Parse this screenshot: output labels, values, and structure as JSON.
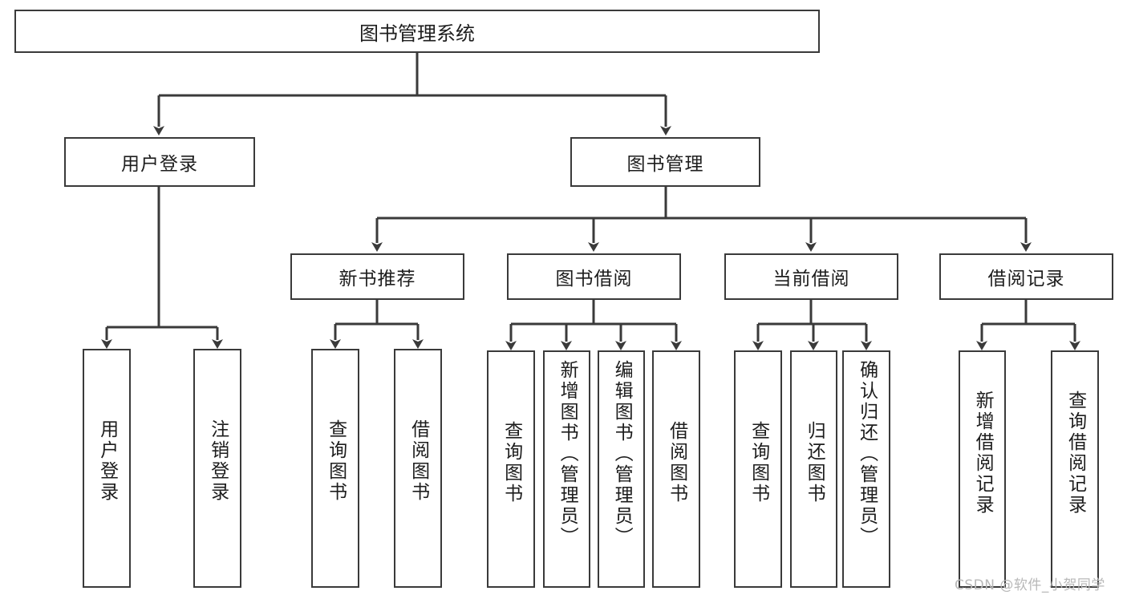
{
  "diagram": {
    "type": "tree-hierarchy-chart",
    "title": "图书管理系统",
    "root": {
      "id": "root",
      "label": "图书管理系统",
      "orientation": "horizontal"
    },
    "level2": [
      {
        "id": "user-login",
        "label": "用户登录",
        "orientation": "horizontal"
      },
      {
        "id": "book-management",
        "label": "图书管理",
        "orientation": "horizontal"
      }
    ],
    "level3": [
      {
        "id": "new-book-recommend",
        "label": "新书推荐",
        "parent": "book-management",
        "orientation": "horizontal"
      },
      {
        "id": "book-borrow",
        "label": "图书借阅",
        "parent": "book-management",
        "orientation": "horizontal"
      },
      {
        "id": "current-borrow",
        "label": "当前借阅",
        "parent": "book-management",
        "orientation": "horizontal"
      },
      {
        "id": "borrow-record",
        "label": "借阅记录",
        "parent": "book-management",
        "orientation": "horizontal"
      }
    ],
    "leaves": [
      {
        "id": "leaf-user-login",
        "label": "用户登录",
        "parent": "user-login",
        "orientation": "vertical"
      },
      {
        "id": "leaf-logout-login",
        "label": "注销登录",
        "parent": "user-login",
        "orientation": "vertical"
      },
      {
        "id": "leaf-query-book-1",
        "label": "查询图书",
        "parent": "new-book-recommend",
        "orientation": "vertical"
      },
      {
        "id": "leaf-borrow-book-1",
        "label": "借阅图书",
        "parent": "new-book-recommend",
        "orientation": "vertical"
      },
      {
        "id": "leaf-query-book-2",
        "label": "查询图书",
        "parent": "book-borrow",
        "orientation": "vertical"
      },
      {
        "id": "leaf-add-book",
        "label": "新增图书（管理员）",
        "parent": "book-borrow",
        "orientation": "vertical"
      },
      {
        "id": "leaf-edit-book",
        "label": "编辑图书（管理员）",
        "parent": "book-borrow",
        "orientation": "vertical"
      },
      {
        "id": "leaf-borrow-book-2",
        "label": "借阅图书",
        "parent": "book-borrow",
        "orientation": "vertical"
      },
      {
        "id": "leaf-query-book-3",
        "label": "查询图书",
        "parent": "current-borrow",
        "orientation": "vertical"
      },
      {
        "id": "leaf-return-book",
        "label": "归还图书",
        "parent": "current-borrow",
        "orientation": "vertical"
      },
      {
        "id": "leaf-confirm-return",
        "label": "确认归还（管理员）",
        "parent": "current-borrow",
        "orientation": "vertical"
      },
      {
        "id": "leaf-add-record",
        "label": "新增借阅记录",
        "parent": "borrow-record",
        "orientation": "vertical"
      },
      {
        "id": "leaf-query-record",
        "label": "查询借阅记录",
        "parent": "borrow-record",
        "orientation": "vertical"
      }
    ],
    "watermark": "CSDN @软件_小贺同学",
    "colors": {
      "stroke": "#3a3a3a",
      "fill": "#ffffff",
      "text": "#1d1d1d",
      "watermark": "#b8b8b8"
    }
  }
}
